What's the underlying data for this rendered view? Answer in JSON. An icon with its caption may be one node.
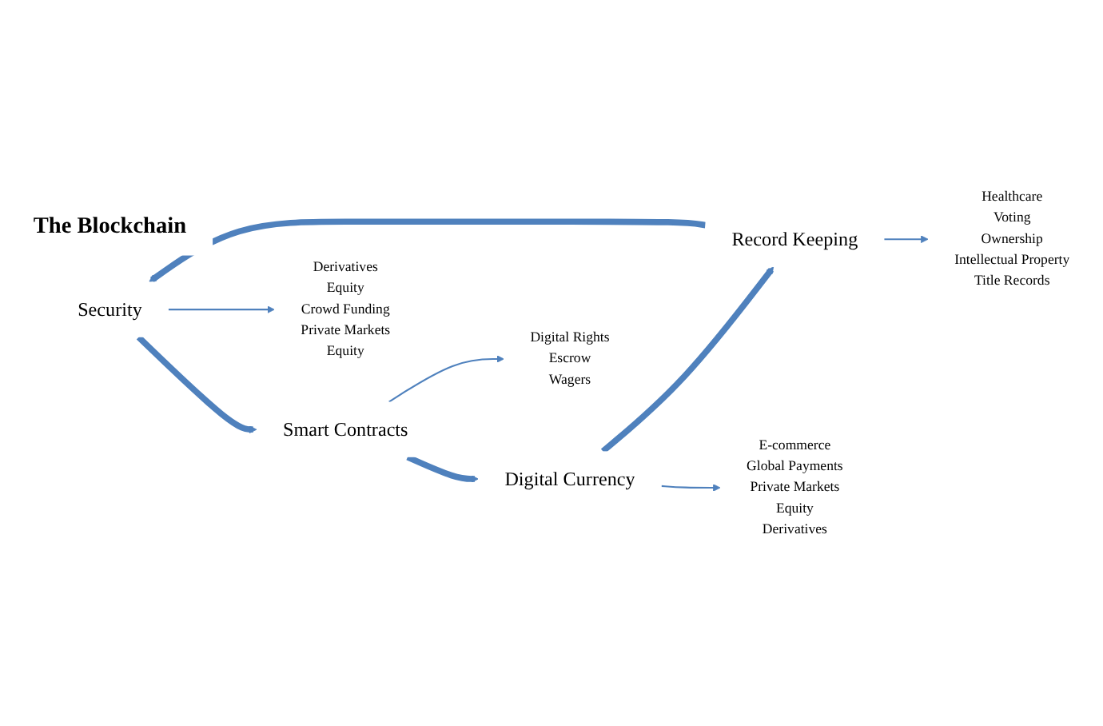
{
  "diagram": {
    "nodes": [
      {
        "text": [
          "The Blockchain"
        ]
      },
      {
        "text": [
          "Security"
        ]
      },
      {
        "text": [
          "Smart Contracts"
        ]
      },
      {
        "text": [
          "Digital Currency"
        ]
      },
      {
        "text": [
          "Record Keeping"
        ]
      },
      {
        "text": [
          "Derivatives",
          "Equity",
          "Crowd Funding",
          "Private Markets",
          "Equity"
        ]
      },
      {
        "text": [
          "Digital Rights",
          "Escrow",
          "Wagers"
        ]
      },
      {
        "text": [
          "E-commerce",
          "Global Payments",
          "Private Markets",
          "Equity",
          "Derivatives"
        ]
      },
      {
        "text": [
          "Healthcare",
          "Voting",
          "Ownership",
          "Intellectual Property",
          "Title Records"
        ]
      }
    ],
    "edges": [
      {
        "from": 1,
        "to": 2,
        "arrow": "to",
        "style": "thick"
      },
      {
        "from": 2,
        "to": 3,
        "arrow": "to",
        "style": "thick"
      },
      {
        "from": 3,
        "to": 4,
        "arrow": "to",
        "style": "thick"
      },
      {
        "from": 4,
        "to": 1,
        "arrow": "to",
        "style": "thick"
      },
      {
        "from": 1,
        "to": 5,
        "arrow": "to"
      },
      {
        "from": 2,
        "to": 6,
        "arrow": "to"
      },
      {
        "from": 3,
        "to": 7,
        "arrow": "to"
      },
      {
        "from": 4,
        "to": 8,
        "arrow": "to"
      }
    ]
  }
}
